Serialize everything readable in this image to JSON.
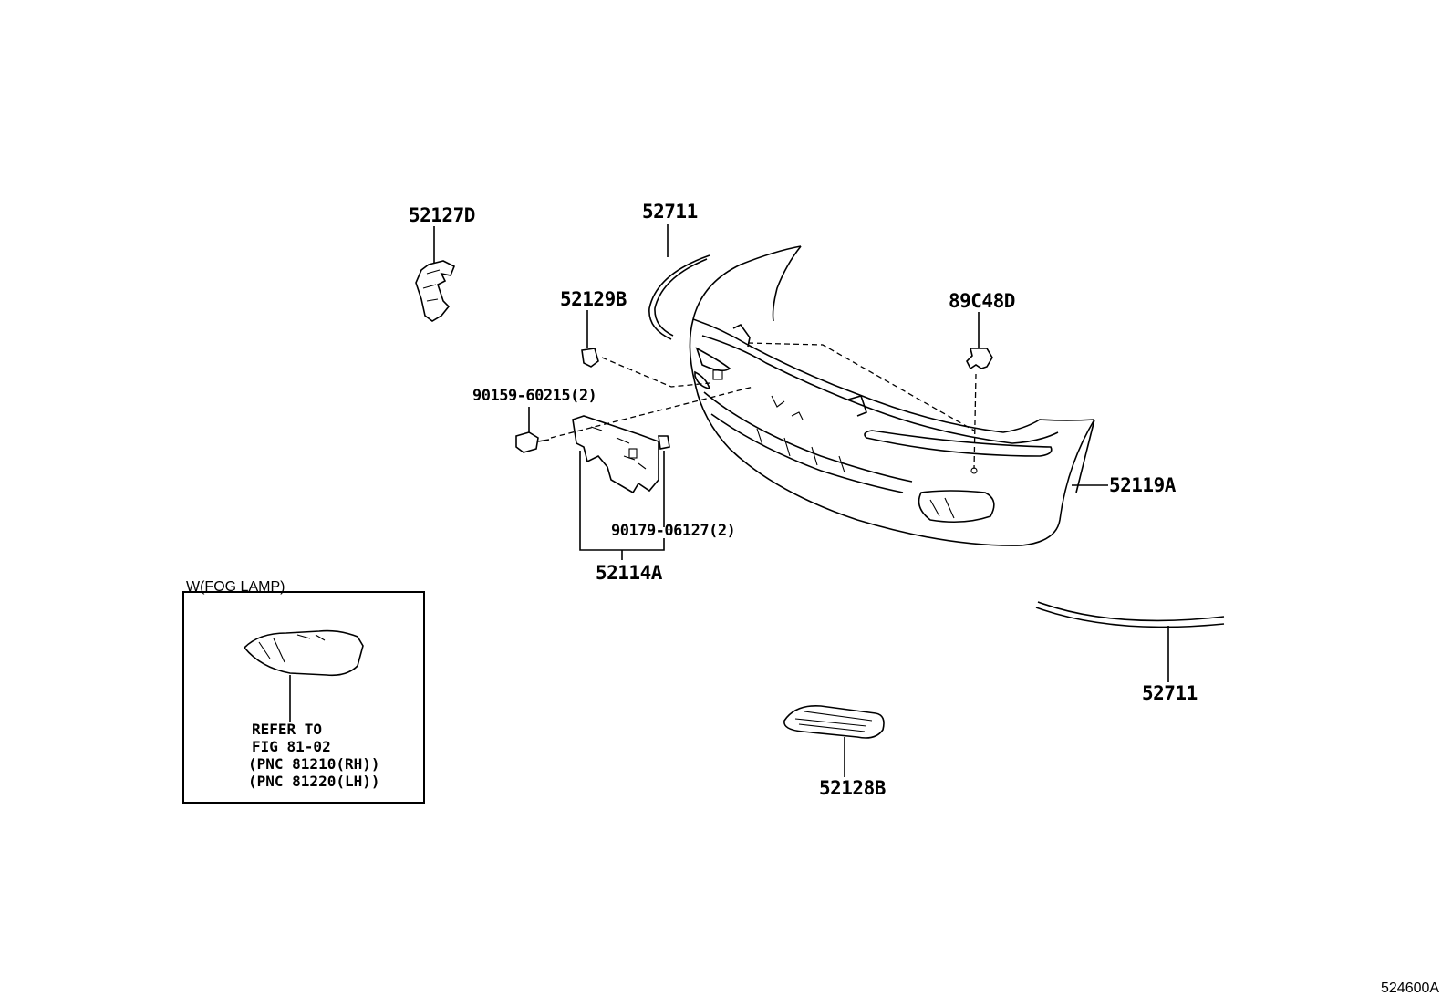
{
  "parts": {
    "p52127D": "52127D",
    "p52711_top": "52711",
    "p52129B": "52129B",
    "p89C48D": "89C48D",
    "p90159": "90159-60215(2)",
    "p52119A": "52119A",
    "p90179": "90179-06127(2)",
    "p52114A": "52114A",
    "p52711_bottom": "52711",
    "p52128B": "52128B"
  },
  "fog_box": {
    "title": "W(FOG LAMP)",
    "note_lines": [
      "REFER TO",
      "FIG 81-02",
      "(PNC 81210(RH))",
      "(PNC 81220(LH))"
    ]
  },
  "figure_id": "524600A"
}
